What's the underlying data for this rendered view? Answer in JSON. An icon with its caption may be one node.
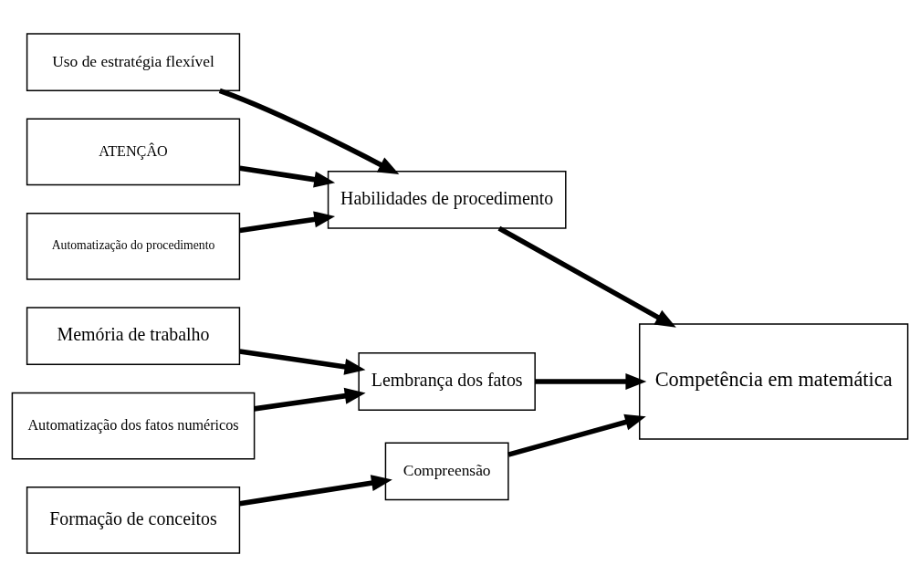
{
  "diagram": {
    "nodes": [
      {
        "text": [
          "Uso de estratégia flexível"
        ]
      },
      {
        "text": [
          "ATENÇÂO"
        ]
      },
      {
        "text": [
          "Automatização do procedimento"
        ]
      },
      {
        "text": [
          "Habilidades de procedimento"
        ]
      },
      {
        "text": [
          "Memória de trabalho"
        ]
      },
      {
        "text": [
          "Lembrança dos fatos"
        ]
      },
      {
        "text": [
          "Automatização dos fatos numéricos"
        ]
      },
      {
        "text": [
          "Formação de conceitos"
        ]
      },
      {
        "text": [
          "Compreensão"
        ]
      },
      {
        "text": [
          "Competência em matemática"
        ]
      }
    ],
    "edges": [
      {
        "from": 0,
        "to": 3,
        "arrow": "to"
      },
      {
        "from": 1,
        "to": 3,
        "arrow": "to"
      },
      {
        "from": 2,
        "to": 3,
        "arrow": "to"
      },
      {
        "from": 3,
        "to": 9,
        "arrow": "to"
      },
      {
        "from": 4,
        "to": 5,
        "arrow": "to"
      },
      {
        "from": 6,
        "to": 5,
        "arrow": "to"
      },
      {
        "from": 5,
        "to": 9,
        "arrow": "to"
      },
      {
        "from": 7,
        "to": 8,
        "arrow": "to"
      },
      {
        "from": 8,
        "to": 9,
        "arrow": "to"
      }
    ]
  }
}
